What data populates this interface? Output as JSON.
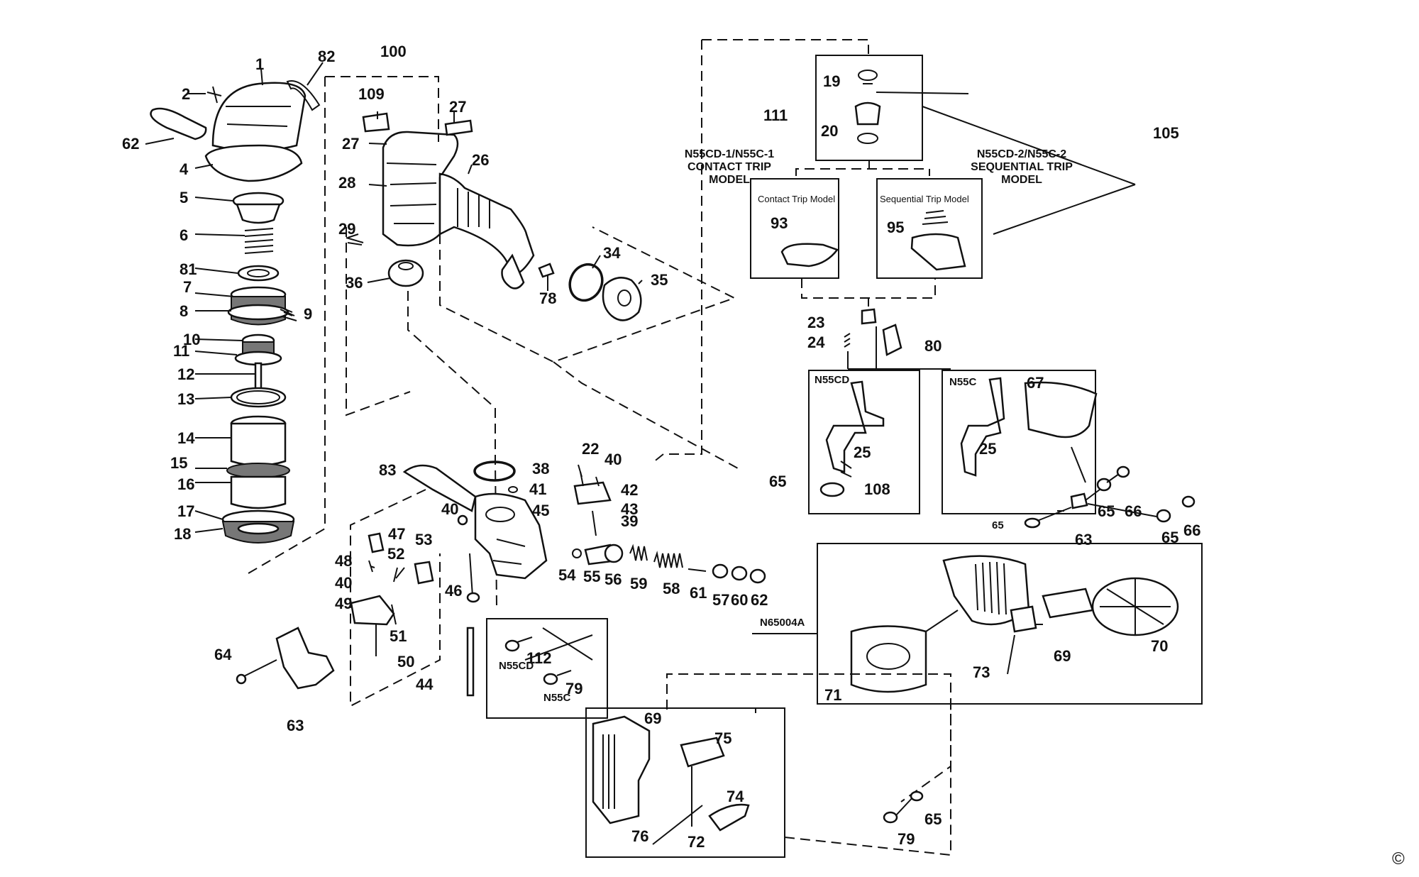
{
  "copyright_symbol": "©",
  "model_captions": {
    "contact_trip": [
      "N55CD-1/N55C-1",
      "CONTACT TRIP",
      "MODEL"
    ],
    "sequential_trip": [
      "N55CD-2/N55C-2",
      "SEQUENTIAL TRIP",
      "MODEL"
    ]
  },
  "box_titles": {
    "contact": "Contact Trip Model",
    "sequential": "Sequential Trip Model",
    "n55cd": "N55CD",
    "n55c": "N55C"
  },
  "small_labels": {
    "n55cd_screw": "N55CD",
    "n55c_screw": "N55C",
    "magazine": "N65004A"
  },
  "part_numbers": {
    "p1": "1",
    "p2": "2",
    "p4": "4",
    "p5": "5",
    "p6": "6",
    "p7": "7",
    "p8": "8",
    "p9": "9",
    "p10": "10",
    "p11": "11",
    "p12": "12",
    "p13": "13",
    "p14": "14",
    "p15": "15",
    "p16": "16",
    "p17": "17",
    "p18": "18",
    "p62a": "62",
    "p81": "81",
    "p82": "82",
    "p100": "100",
    "p109": "109",
    "p27a": "27",
    "p27b": "27",
    "p26": "26",
    "p28": "28",
    "p29": "29",
    "p36": "36",
    "p34": "34",
    "p35": "35",
    "p78": "78",
    "p111": "111",
    "p19": "19",
    "p20": "20",
    "p105": "105",
    "p93": "93",
    "p95": "95",
    "p23": "23",
    "p24": "24",
    "p80": "80",
    "p25a": "25",
    "p25b": "25",
    "p67": "67",
    "p108": "108",
    "p65a": "65",
    "p65b": "65",
    "p66a": "66",
    "p65c": "65",
    "p66b": "66",
    "p63a": "63",
    "p65d": "65",
    "p83": "83",
    "p38": "38",
    "p41": "41",
    "p40a": "40",
    "p45": "45",
    "p22": "22",
    "p40b": "40",
    "p42": "42",
    "p43": "43",
    "p39": "39",
    "p47": "47",
    "p53": "53",
    "p48": "48",
    "p52": "52",
    "p40c": "40",
    "p49": "49",
    "p51": "51",
    "p50": "50",
    "p46": "46",
    "p54": "54",
    "p55": "55",
    "p56": "56",
    "p59": "59",
    "p58": "58",
    "p61": "61",
    "p57": "57",
    "p60": "60",
    "p62b": "62",
    "p64": "64",
    "p63b": "63",
    "p44": "44",
    "p112": "112",
    "p79a": "79",
    "p70": "70",
    "p69a": "69",
    "p73": "73",
    "p71": "71",
    "p69b": "69",
    "p75": "75",
    "p74": "74",
    "p76": "76",
    "p72": "72",
    "p65e": "65",
    "p79b": "79"
  }
}
